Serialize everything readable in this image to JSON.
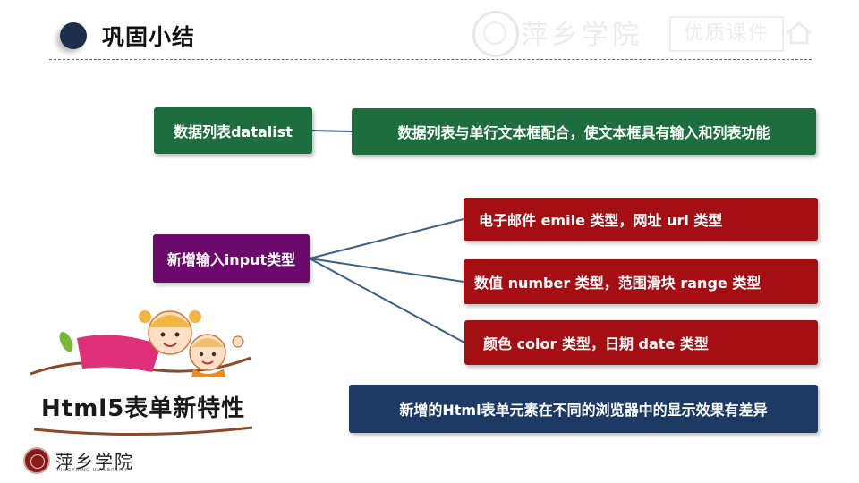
{
  "header": {
    "title": "巩固小结"
  },
  "watermark": {
    "school": "萍乡学院",
    "badge": "优质课件"
  },
  "datalist": {
    "label": "数据列表datalist",
    "description": "数据列表与单行文本框配合，使文本框具有输入和列表功能"
  },
  "input_types": {
    "label": "新增输入input类型",
    "items": [
      "电子邮件 emile 类型，网址 url 类型",
      "数值 number 类型，范围滑块 range 类型",
      "颜色 color 类型，日期 date 类型"
    ]
  },
  "note": "新增的Html表单元素在不同的浏览器中的显示效果有差异",
  "feature_title": "Html5表单新特性",
  "footer": {
    "school": "萍乡学院",
    "school_en": "PINGXIANG UNIVERSITY"
  },
  "colors": {
    "green": "#1e6d3e",
    "red": "#a50f13",
    "purple": "#6b0a6b",
    "navy": "#1c3a63",
    "connector": "#3d6186"
  },
  "icons": [
    "title-bullet-icon",
    "school-emblem-icon",
    "house-icon",
    "kids-illustration"
  ]
}
